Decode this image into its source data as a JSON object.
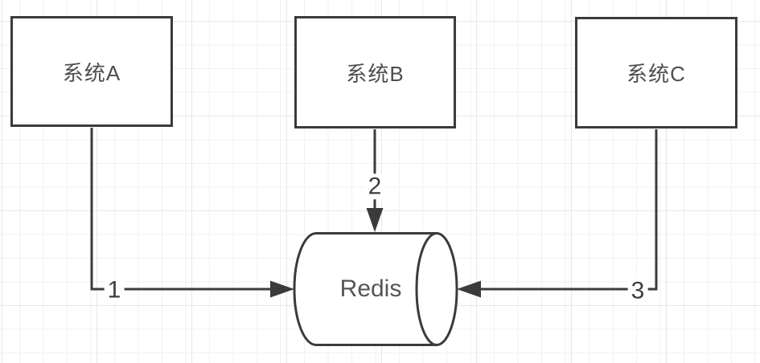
{
  "diagram": {
    "nodes": [
      {
        "id": "system-a",
        "label": "系统A",
        "shape": "rectangle"
      },
      {
        "id": "system-b",
        "label": "系统B",
        "shape": "rectangle"
      },
      {
        "id": "system-c",
        "label": "系统C",
        "shape": "rectangle"
      },
      {
        "id": "redis",
        "label": "Redis",
        "shape": "cylinder"
      }
    ],
    "edges": [
      {
        "from": "system-a",
        "to": "redis",
        "label": "1",
        "direction": "down-then-right"
      },
      {
        "from": "system-b",
        "to": "redis",
        "label": "2",
        "direction": "down"
      },
      {
        "from": "system-c",
        "to": "redis",
        "label": "3",
        "direction": "down-then-left"
      }
    ],
    "colors": {
      "stroke": "#3b3b3b",
      "node_fill": "#ffffff",
      "node_text": "#4d4d4d",
      "edge_label_text": "#3d3d3d",
      "grid_minor": "#f1f1f1",
      "grid_major": "#e7e7e7",
      "background": "#ffffff"
    }
  }
}
